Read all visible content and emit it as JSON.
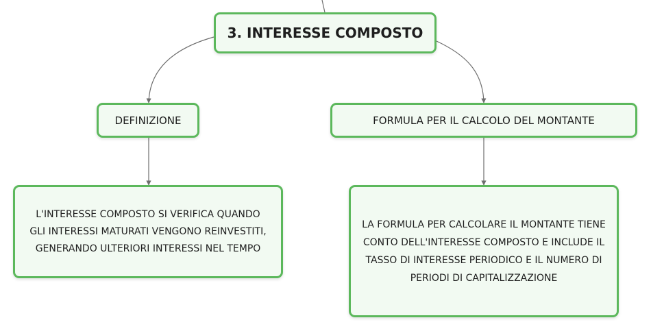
{
  "root": {
    "title": "3. INTERESSE COMPOSTO"
  },
  "branches": [
    {
      "label": "DEFINIZIONE",
      "detail": "L'INTERESSE COMPOSTO SI VERIFICA QUANDO GLI INTERESSI MATURATI VENGONO REINVESTITI, GENERANDO ULTERIORI INTERESSI NEL TEMPO"
    },
    {
      "label": "FORMULA PER IL CALCOLO DEL MONTANTE",
      "detail": "LA FORMULA PER CALCOLARE IL MONTANTE TIENE CONTO DELL'INTERESSE COMPOSTO E INCLUDE IL TASSO DI INTERESSE PERIODICO E IL NUMERO DI PERIODI DI CAPITALIZZAZIONE"
    }
  ],
  "colors": {
    "node_border": "#5cb85c",
    "node_fill": "#f2faf2",
    "connector": "#6e6e6e"
  }
}
